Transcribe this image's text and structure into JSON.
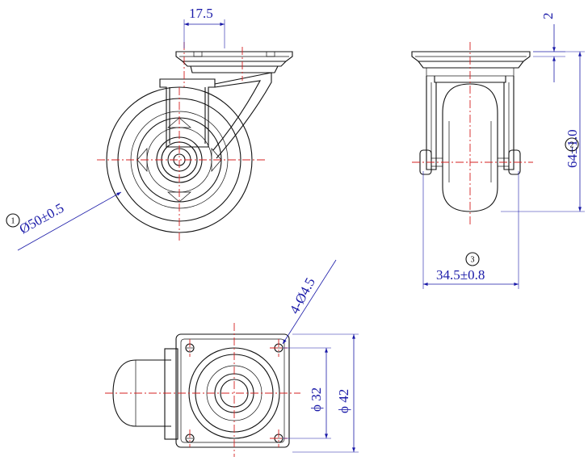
{
  "colors": {
    "outline": "#111111",
    "centerline": "#d42020",
    "dimension": "#1a1aa8",
    "background": "#ffffff"
  },
  "dimensions": {
    "plate_offset": "17.5",
    "wheel_diameter": "Ø50±0.5",
    "plate_thickness": "2",
    "total_height": "64±1.0",
    "wheel_width": "34.5±0.8",
    "mounting_holes": "4-Ø4.5",
    "hole_spacing": "ϕ 32",
    "plate_width": "ϕ 42"
  },
  "callouts": {
    "c1": "1",
    "c2": "2",
    "c3": "3"
  }
}
